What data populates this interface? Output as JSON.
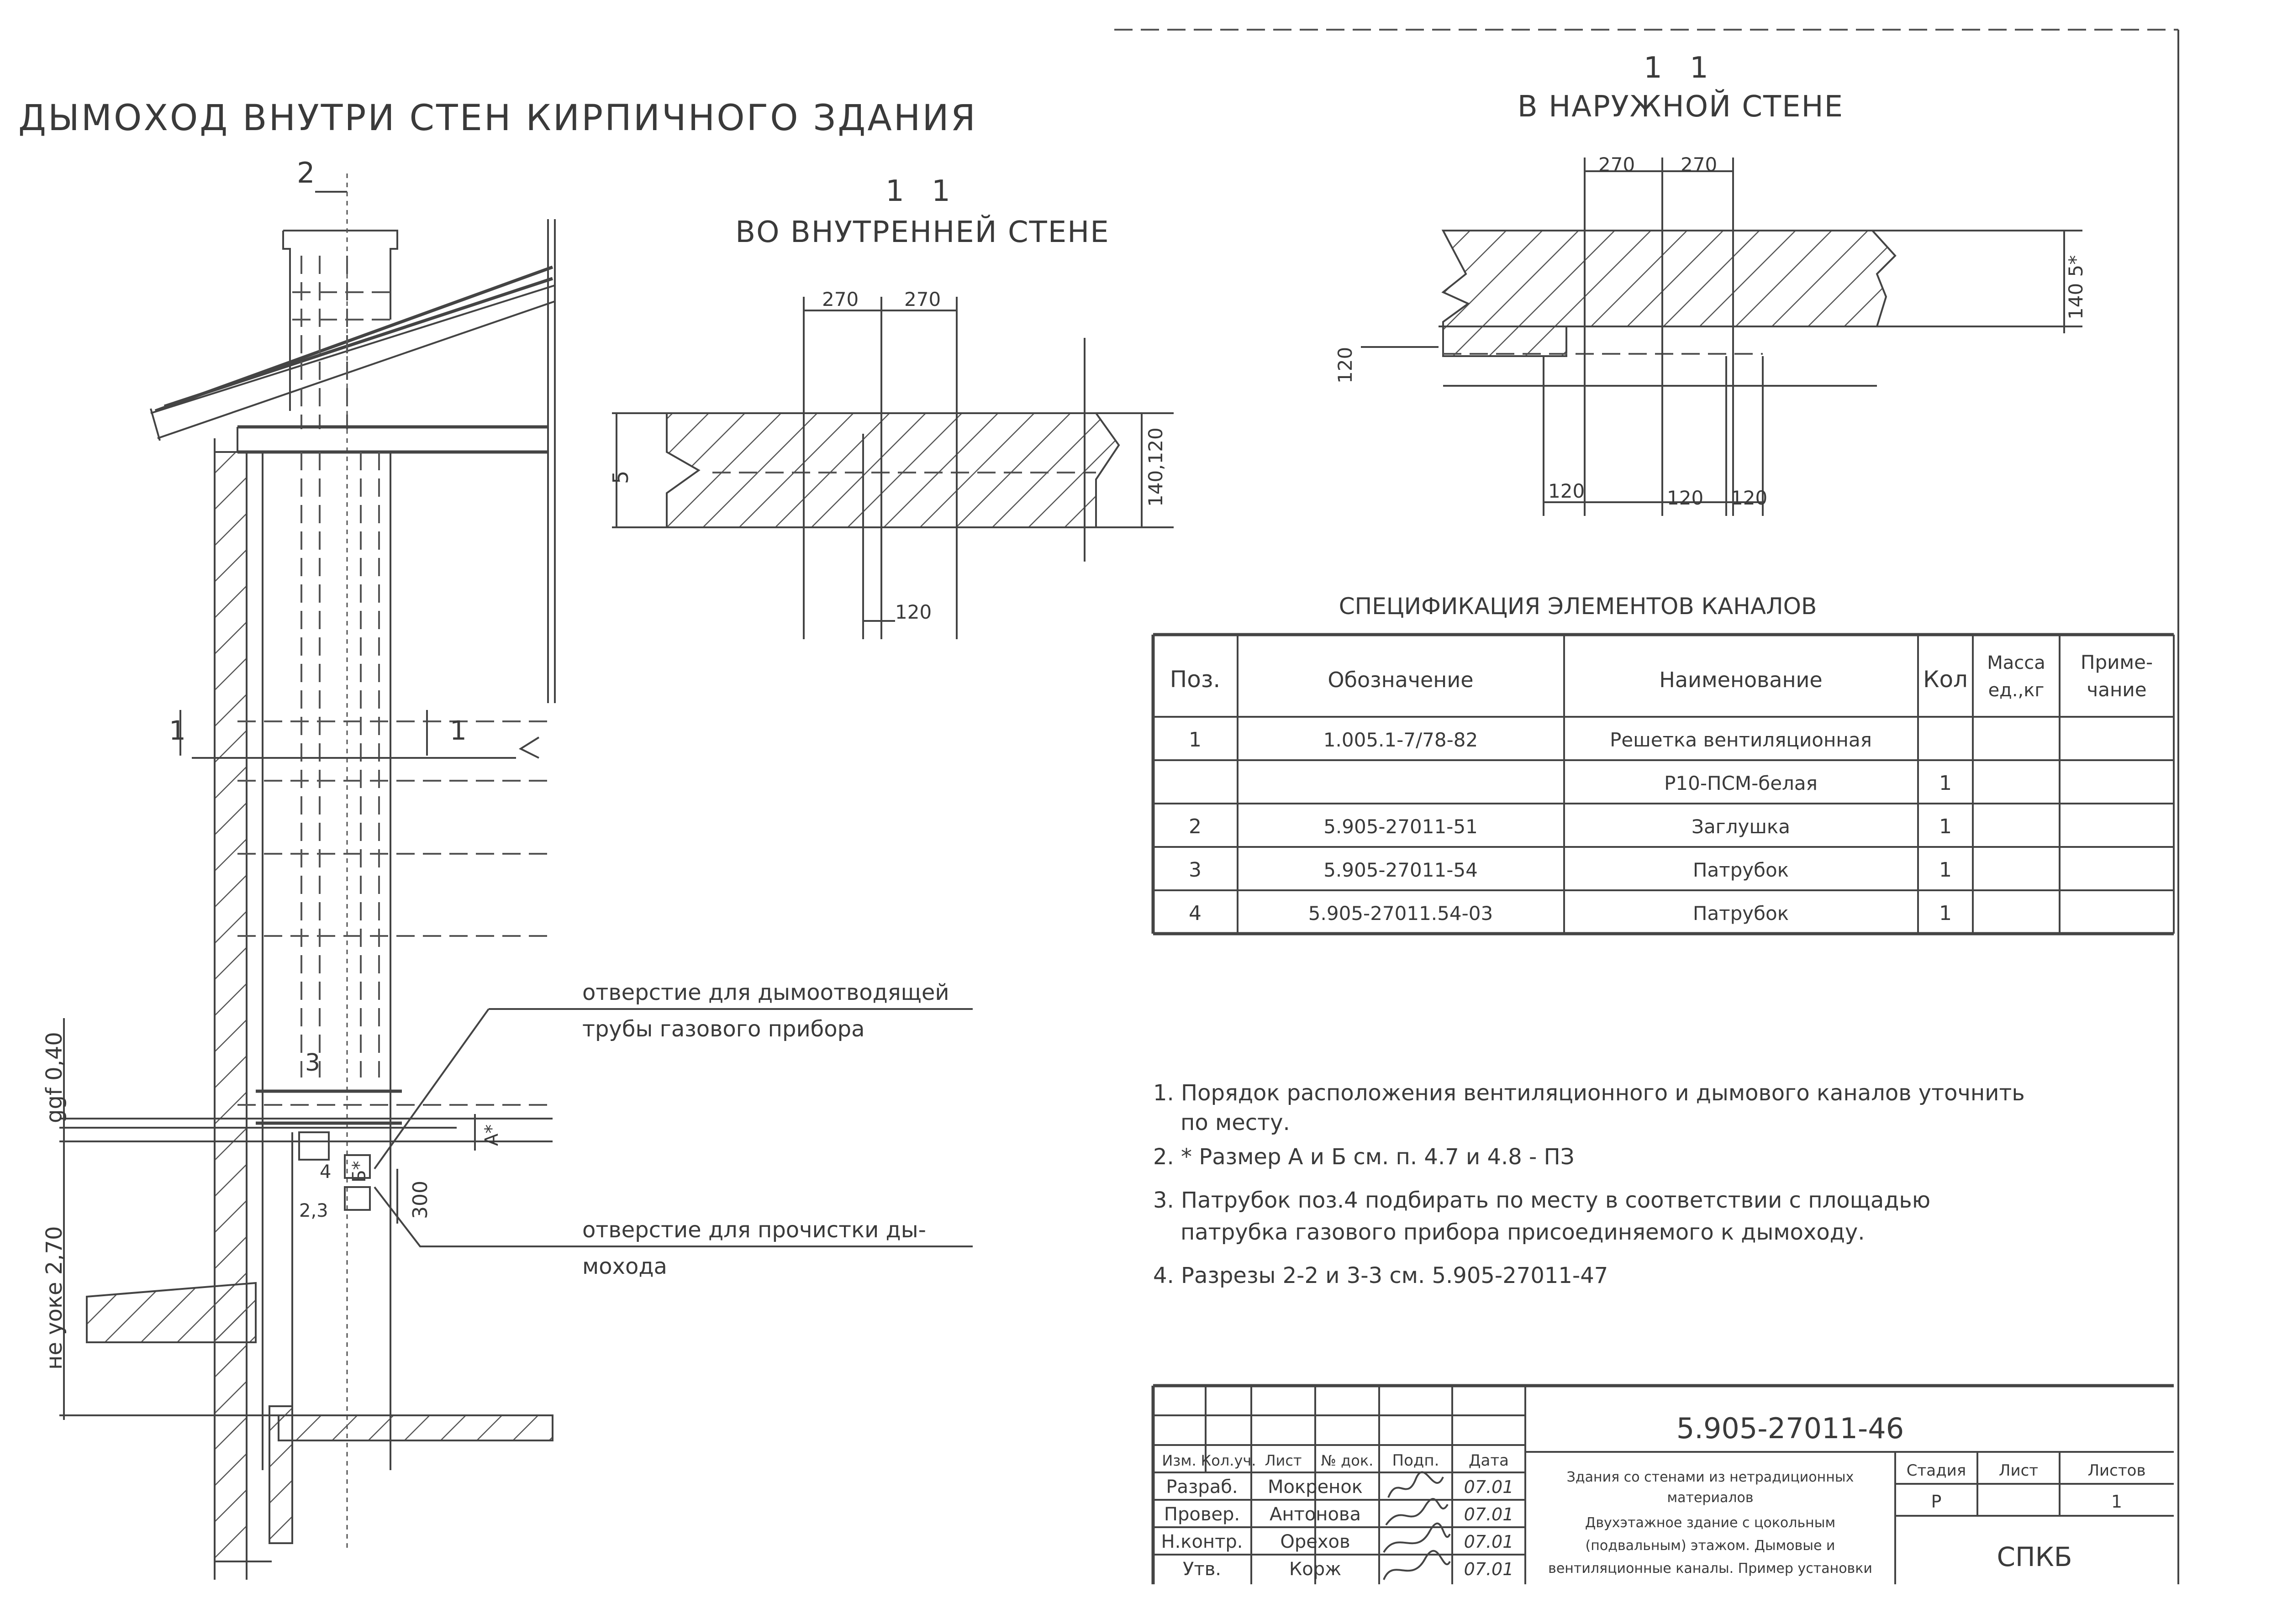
{
  "main_title": "ДЫМОХОД ВНУТРИ СТЕН КИРПИЧНОГО ЗДАНИЯ",
  "section_inner": {
    "mark": "1 1",
    "title": "ВО ВНУТРЕННЕЙ СТЕНЕ",
    "dims": {
      "w1": "270",
      "w2": "270",
      "h": "5",
      "right": "140,120",
      "bottom": "120"
    }
  },
  "section_outer": {
    "mark": "1 1",
    "title": "В НАРУЖНОЙ СТЕНЕ",
    "dims": {
      "w1": "270",
      "w2": "270",
      "right": "140 5*",
      "left": "120",
      "b1": "120",
      "b2": "120",
      "b3": "120"
    }
  },
  "elevation": {
    "mark2": "2",
    "mark1_left": "1",
    "mark1_right": "1",
    "num3": "3",
    "num4": "4",
    "num23": "2,3",
    "dim_left_top": "ggf 0,40",
    "dim_left_bottom": "не уоке 2,70",
    "dim_a": "A*",
    "dim_b": "Б*",
    "dim_300": "300"
  },
  "callouts": {
    "smoke_line1": "отверстие для дымоотводящей",
    "smoke_line2": "трубы газового прибора",
    "clean_line1": "отверстие для прочистки ды-",
    "clean_line2": "мохода"
  },
  "spec": {
    "title": "СПЕЦИФИКАЦИЯ ЭЛЕМЕНТОВ КАНАЛОВ",
    "headers": {
      "pos": "Поз.",
      "desig": "Обозначение",
      "name": "Наименование",
      "qty": "Кол",
      "mass_l1": "Масса",
      "mass_l2": "ед.,кг",
      "note_l1": "Приме-",
      "note_l2": "чание"
    },
    "rows": [
      {
        "pos": "1",
        "desig": "1.005.1-7/78-82",
        "name": "Решетка вентиляционная",
        "qty": ""
      },
      {
        "pos": "",
        "desig": "",
        "name": "Р10-ПСМ-белая",
        "qty": "1"
      },
      {
        "pos": "2",
        "desig": "5.905-27011-51",
        "name": "Заглушка",
        "qty": "1"
      },
      {
        "pos": "3",
        "desig": "5.905-27011-54",
        "name": "Патрубок",
        "qty": "1"
      },
      {
        "pos": "4",
        "desig": "5.905-27011.54-03",
        "name": "Патрубок",
        "qty": "1"
      }
    ]
  },
  "notes": [
    {
      "l1": "1. Порядок расположения вентиляционного и дымового каналов уточнить",
      "l2": "по месту."
    },
    {
      "l1": "2. * Размер А и Б см. п. 4.7 и 4.8 - ПЗ",
      "l2": ""
    },
    {
      "l1": "3. Патрубок поз.4 подбирать по месту в соответствии с площадью",
      "l2": "патрубка газового прибора присоединяемого к дымоходу."
    },
    {
      "l1": "4. Разрезы 2-2 и 3-3 см. 5.905-27011-47",
      "l2": ""
    }
  ],
  "stamp": {
    "code": "5.905-27011-46",
    "headers": {
      "izm": "Изм.",
      "kol": "Кол.уч.",
      "list": "Лист",
      "ndoc": "№ док.",
      "podp": "Подп.",
      "data": "Дата"
    },
    "people": [
      {
        "role": "Разраб.",
        "name": "Мокренок",
        "date": "07.01"
      },
      {
        "role": "Провер.",
        "name": "Антонова",
        "date": "07.01"
      },
      {
        "role": "Н.контр.",
        "name": "Орехов",
        "date": "07.01"
      },
      {
        "role": "Утв.",
        "name": "Корж",
        "date": "07.01"
      }
    ],
    "desc": [
      "Здания со стенами из нетрадиционных",
      "материалов",
      "Двухэтажное здание с цокольным",
      "(подвальным) этажом. Дымовые и",
      "вентиляционные каналы. Пример установки"
    ],
    "stage_h": "Стадия",
    "sheet_h": "Лист",
    "sheets_h": "Листов",
    "stage": "Р",
    "sheets": "1",
    "org": "СПКБ"
  }
}
